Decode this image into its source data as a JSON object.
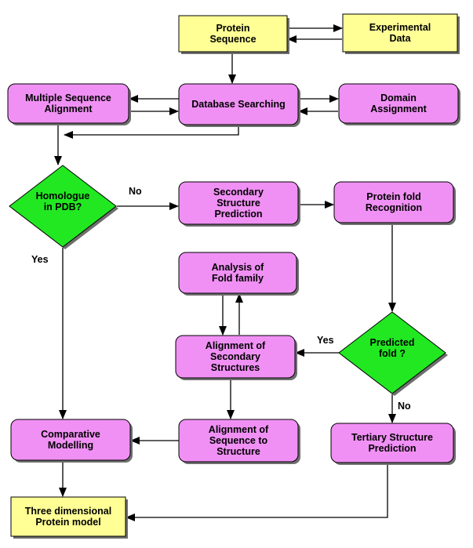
{
  "colors": {
    "process": "#f090f4",
    "decision": "#22e822",
    "io": "#ffff96",
    "outline": "#000000"
  },
  "nodes": {
    "protein_sequence": {
      "shape": "rect",
      "fill": "io",
      "lines": [
        "Protein",
        "Sequence"
      ]
    },
    "experimental_data": {
      "shape": "rect",
      "fill": "io",
      "lines": [
        "Experimental",
        "Data"
      ]
    },
    "msa": {
      "shape": "rounded",
      "fill": "process",
      "lines": [
        "Multiple Sequence",
        "Alignment"
      ]
    },
    "database_searching": {
      "shape": "rounded",
      "fill": "process",
      "lines": [
        "Database Searching"
      ]
    },
    "domain_assignment": {
      "shape": "rounded",
      "fill": "process",
      "lines": [
        "Domain",
        "Assignment"
      ]
    },
    "homologue": {
      "shape": "diamond",
      "fill": "decision",
      "lines": [
        "Homologue",
        "in PDB?"
      ]
    },
    "ss_prediction": {
      "shape": "rounded",
      "fill": "process",
      "lines": [
        "Secondary",
        "Structure",
        "Prediction"
      ]
    },
    "fold_recognition": {
      "shape": "rounded",
      "fill": "process",
      "lines": [
        "Protein fold",
        "Recognition"
      ]
    },
    "fold_family": {
      "shape": "rounded",
      "fill": "process",
      "lines": [
        "Analysis of",
        "Fold family"
      ]
    },
    "align_ss": {
      "shape": "rounded",
      "fill": "process",
      "lines": [
        "Alignment of",
        "Secondary",
        "Structures"
      ]
    },
    "predicted_fold": {
      "shape": "diamond",
      "fill": "decision",
      "lines": [
        "Predicted",
        "fold ?"
      ]
    },
    "comparative": {
      "shape": "rounded",
      "fill": "process",
      "lines": [
        "Comparative",
        "Modelling"
      ]
    },
    "align_seq": {
      "shape": "rounded",
      "fill": "process",
      "lines": [
        "Alignment of",
        "Sequence to",
        "Structure"
      ]
    },
    "tertiary": {
      "shape": "rounded",
      "fill": "process",
      "lines": [
        "Tertiary Structure",
        "Prediction"
      ]
    },
    "three_d": {
      "shape": "rect",
      "fill": "io",
      "lines": [
        "Three dimensional",
        "Protein model"
      ]
    }
  },
  "edges": [
    {
      "from": "protein_sequence",
      "to": "experimental_data"
    },
    {
      "from": "experimental_data",
      "to": "protein_sequence"
    },
    {
      "from": "protein_sequence",
      "to": "database_searching"
    },
    {
      "from": "database_searching",
      "to": "msa"
    },
    {
      "from": "msa",
      "to": "database_searching"
    },
    {
      "from": "database_searching",
      "to": "domain_assignment"
    },
    {
      "from": "domain_assignment",
      "to": "database_searching"
    },
    {
      "from": "database_searching",
      "to": "msa"
    },
    {
      "from": "msa",
      "to": "homologue"
    },
    {
      "from": "homologue",
      "to": "ss_prediction",
      "label": "No"
    },
    {
      "from": "homologue",
      "to": "comparative",
      "label": "Yes"
    },
    {
      "from": "ss_prediction",
      "to": "fold_recognition"
    },
    {
      "from": "fold_recognition",
      "to": "predicted_fold"
    },
    {
      "from": "predicted_fold",
      "to": "align_ss",
      "label": "Yes"
    },
    {
      "from": "predicted_fold",
      "to": "tertiary",
      "label": "No"
    },
    {
      "from": "fold_family",
      "to": "align_ss"
    },
    {
      "from": "align_ss",
      "to": "fold_family"
    },
    {
      "from": "align_ss",
      "to": "align_seq"
    },
    {
      "from": "align_seq",
      "to": "comparative"
    },
    {
      "from": "comparative",
      "to": "three_d"
    },
    {
      "from": "tertiary",
      "to": "three_d"
    }
  ]
}
